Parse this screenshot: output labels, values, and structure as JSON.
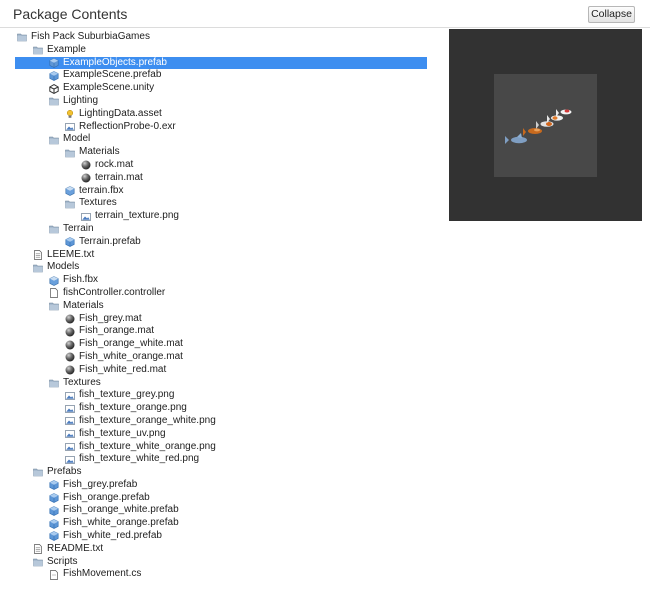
{
  "header": {
    "title": "Package Contents",
    "collapse_label": "Collapse"
  },
  "tree": [
    {
      "depth": 0,
      "icon": "folder-icon",
      "label": "Fish Pack SuburbiaGames"
    },
    {
      "depth": 1,
      "icon": "folder-icon",
      "label": "Example"
    },
    {
      "depth": 2,
      "icon": "prefab-icon",
      "label": "ExampleObjects.prefab",
      "selected": true
    },
    {
      "depth": 2,
      "icon": "prefab-icon",
      "label": "ExampleScene.prefab"
    },
    {
      "depth": 2,
      "icon": "unity-scene-icon",
      "label": "ExampleScene.unity"
    },
    {
      "depth": 2,
      "icon": "folder-icon",
      "label": "Lighting"
    },
    {
      "depth": 3,
      "icon": "lighting-data-icon",
      "label": "LightingData.asset"
    },
    {
      "depth": 3,
      "icon": "texture-icon",
      "label": "ReflectionProbe-0.exr"
    },
    {
      "depth": 2,
      "icon": "folder-icon",
      "label": "Model"
    },
    {
      "depth": 3,
      "icon": "folder-icon",
      "label": "Materials"
    },
    {
      "depth": 4,
      "icon": "material-sphere-icon",
      "label": "rock.mat"
    },
    {
      "depth": 4,
      "icon": "material-sphere-icon",
      "label": "terrain.mat"
    },
    {
      "depth": 3,
      "icon": "model-fbx-icon",
      "label": "terrain.fbx"
    },
    {
      "depth": 3,
      "icon": "folder-icon",
      "label": "Textures"
    },
    {
      "depth": 4,
      "icon": "texture-icon",
      "label": "terrain_texture.png"
    },
    {
      "depth": 2,
      "icon": "folder-icon",
      "label": "Terrain"
    },
    {
      "depth": 3,
      "icon": "prefab-icon",
      "label": "Terrain.prefab"
    },
    {
      "depth": 1,
      "icon": "text-file-icon",
      "label": "LEEME.txt"
    },
    {
      "depth": 1,
      "icon": "folder-icon",
      "label": "Models"
    },
    {
      "depth": 2,
      "icon": "model-fbx-icon",
      "label": "Fish.fbx"
    },
    {
      "depth": 2,
      "icon": "file-icon",
      "label": "fishController.controller"
    },
    {
      "depth": 2,
      "icon": "folder-icon",
      "label": "Materials"
    },
    {
      "depth": 3,
      "icon": "material-sphere-icon",
      "label": "Fish_grey.mat"
    },
    {
      "depth": 3,
      "icon": "material-sphere-icon",
      "label": "Fish_orange.mat"
    },
    {
      "depth": 3,
      "icon": "material-sphere-icon",
      "label": "Fish_orange_white.mat"
    },
    {
      "depth": 3,
      "icon": "material-sphere-icon",
      "label": "Fish_white_orange.mat"
    },
    {
      "depth": 3,
      "icon": "material-sphere-icon",
      "label": "Fish_white_red.mat"
    },
    {
      "depth": 2,
      "icon": "folder-icon",
      "label": "Textures"
    },
    {
      "depth": 3,
      "icon": "texture-icon",
      "label": "fish_texture_grey.png"
    },
    {
      "depth": 3,
      "icon": "texture-icon",
      "label": "fish_texture_orange.png"
    },
    {
      "depth": 3,
      "icon": "texture-icon",
      "label": "fish_texture_orange_white.png"
    },
    {
      "depth": 3,
      "icon": "texture-icon",
      "label": "fish_texture_uv.png"
    },
    {
      "depth": 3,
      "icon": "texture-icon",
      "label": "fish_texture_white_orange.png"
    },
    {
      "depth": 3,
      "icon": "texture-icon",
      "label": "fish_texture_white_red.png"
    },
    {
      "depth": 1,
      "icon": "folder-icon",
      "label": "Prefabs"
    },
    {
      "depth": 2,
      "icon": "prefab-icon",
      "label": "Fish_grey.prefab"
    },
    {
      "depth": 2,
      "icon": "prefab-icon",
      "label": "Fish_orange.prefab"
    },
    {
      "depth": 2,
      "icon": "prefab-icon",
      "label": "Fish_orange_white.prefab"
    },
    {
      "depth": 2,
      "icon": "prefab-icon",
      "label": "Fish_white_orange.prefab"
    },
    {
      "depth": 2,
      "icon": "prefab-icon",
      "label": "Fish_white_red.prefab"
    },
    {
      "depth": 1,
      "icon": "text-file-icon",
      "label": "README.txt"
    },
    {
      "depth": 1,
      "icon": "folder-icon",
      "label": "Scripts"
    },
    {
      "depth": 2,
      "icon": "cs-script-icon",
      "label": "FishMovement.cs"
    }
  ],
  "colors": {
    "selection": "#3d8ef0",
    "preview_bg": "#323232",
    "preview_inner": "#484848"
  }
}
